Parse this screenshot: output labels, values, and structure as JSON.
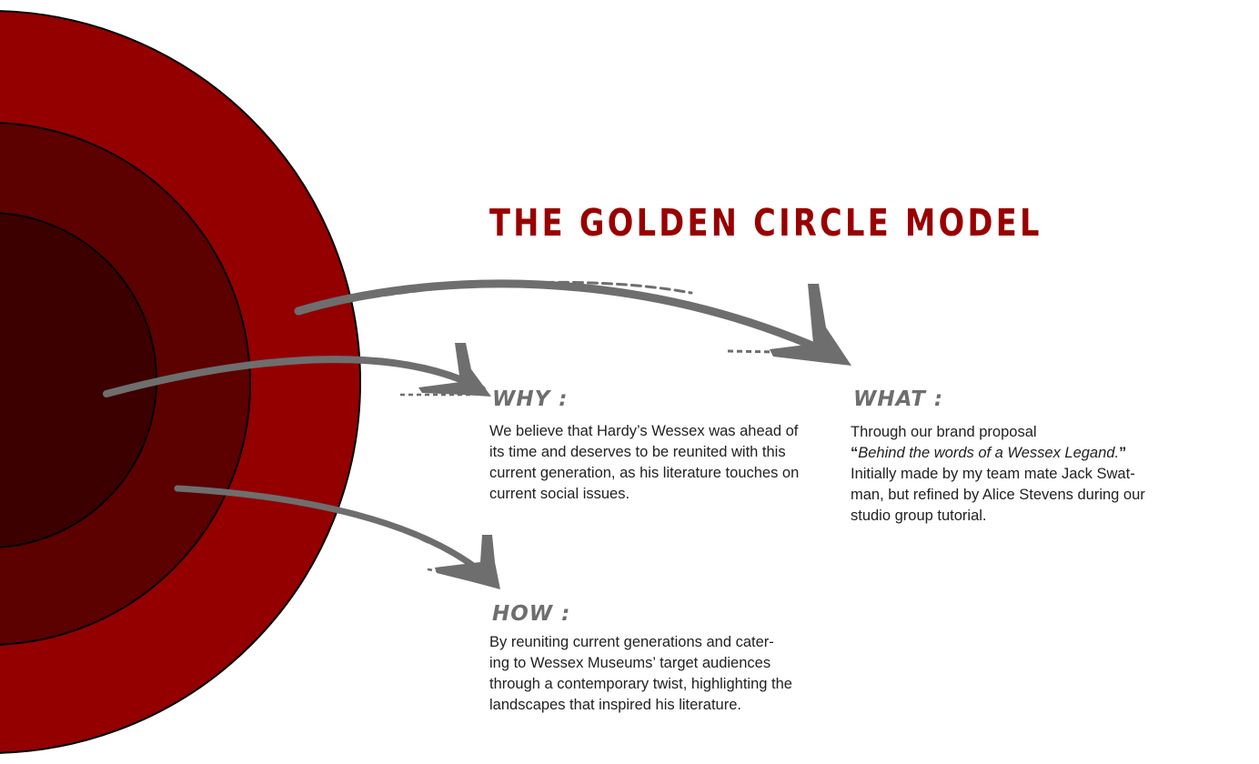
{
  "title": "THE GOLDEN CIRCLE MODEL",
  "colors": {
    "title": "#990000",
    "outer_circle": "#940000",
    "middle_circle": "#5c0000",
    "inner_circle": "#3c0000",
    "ring_stroke": "#000000",
    "arrow": "#6e6e6e",
    "heading": "#6e6e6e",
    "body_text": "#222222"
  },
  "sections": {
    "why": {
      "heading": "WHY :",
      "lines": [
        "We believe that Hardy’s Wessex was ahead of",
        "its time and deserves to be reunited with this",
        "current generation, as his literature touches on",
        "current social issues."
      ]
    },
    "what": {
      "heading": "WHAT :",
      "line1": "Through our brand proposal",
      "quote_open": "“",
      "quote_text": "Behind the words of a Wessex Legand.",
      "quote_close": "”",
      "line3": "Initially made by my team mate Jack Swat-",
      "line4": "man, but refined by Alice Stevens during our",
      "line5": "studio group tutorial."
    },
    "how": {
      "heading": "HOW :",
      "lines": [
        "By reuniting current generations and cater-",
        "ing to Wessex Museums’ target audiences",
        "through a contemporary twist, highlighting the",
        "landscapes that inspired his literature."
      ]
    }
  }
}
